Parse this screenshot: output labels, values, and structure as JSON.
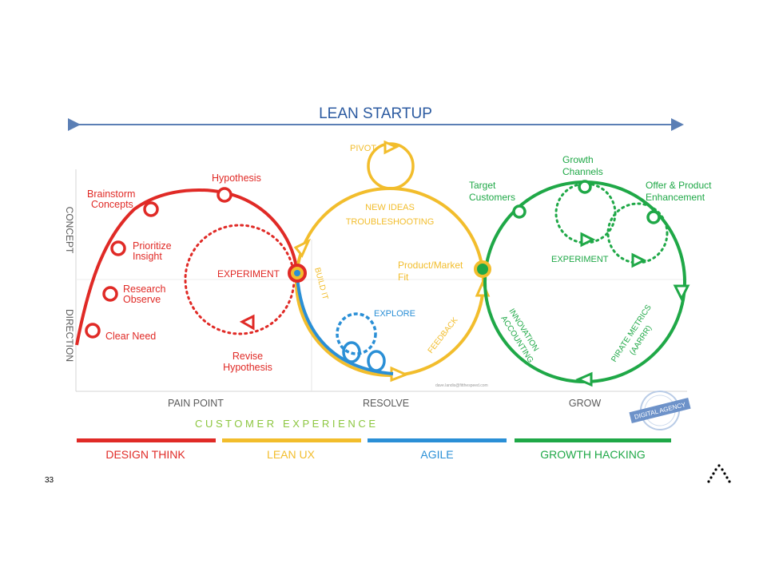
{
  "title": "LEAN STARTUP",
  "axis": {
    "concept": "CONCEPT",
    "direction": "DIRECTION"
  },
  "columns": {
    "pain_point": "PAIN POINT",
    "resolve": "RESOLVE",
    "grow": "GROW"
  },
  "customer_experience": "C U S T O M E R   E X P E R I E N C E",
  "design_think": {
    "clear_need": "Clear Need",
    "research": [
      "Research",
      "Observe"
    ],
    "prioritize": [
      "Prioritize",
      "Insight"
    ],
    "brainstorm": [
      "Brainstorm",
      "Concepts"
    ],
    "hypothesis": "Hypothesis",
    "experiment": "EXPERIMENT",
    "revise": [
      "Revise",
      "Hypothesis"
    ]
  },
  "lean_ux": {
    "pivot": "PIVOT",
    "new_ideas": "NEW IDEAS",
    "troubleshooting": "TROUBLESHOOTING",
    "build_it": "BUILD IT",
    "product_market": [
      "Product/Market",
      "Fit"
    ],
    "feedback": "FEEDBACK",
    "credit": "dave.landis@fitthespeed.com"
  },
  "agile": {
    "explore": "EXPLORE"
  },
  "growth": {
    "target": [
      "Target",
      "Customers"
    ],
    "channels": [
      "Growth",
      "Channels"
    ],
    "offer": [
      "Offer & Product",
      "Enhancement"
    ],
    "experiment": "EXPERIMENT",
    "innovation": [
      "INNOVATION",
      "ACCOUNTING"
    ],
    "pirate": [
      "PIRATE METRICS",
      "(AARRR)"
    ]
  },
  "stamp": [
    "DIGITAL AGENCY"
  ],
  "legend": {
    "design_think": "DESIGN THINK",
    "lean_ux": "LEAN UX",
    "agile": "AGILE",
    "growth_hacking": "GROWTH HACKING"
  },
  "colors": {
    "red": "#e02a26",
    "yellow": "#f2bd2c",
    "blue": "#2a8fd6",
    "green": "#1fa847",
    "title": "#2b5aa0"
  },
  "page_number": "33"
}
